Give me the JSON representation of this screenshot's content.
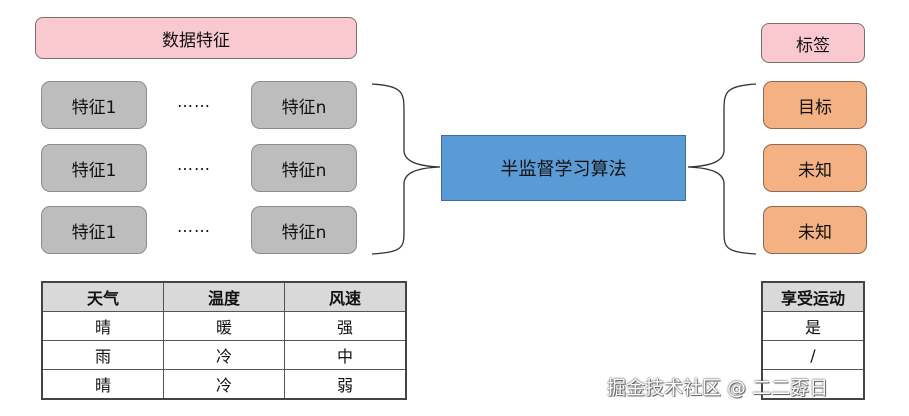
{
  "features_header": "数据特征",
  "label_header": "标签",
  "feature_rows": [
    {
      "first": "特征1",
      "ellipsis": "……",
      "last": "特征n"
    },
    {
      "first": "特征1",
      "ellipsis": "……",
      "last": "特征n"
    },
    {
      "first": "特征1",
      "ellipsis": "……",
      "last": "特征n"
    }
  ],
  "algorithm": "半监督学习算法",
  "labels": [
    "目标",
    "未知",
    "未知"
  ],
  "feature_table": {
    "headers": [
      "天气",
      "温度",
      "风速"
    ],
    "rows": [
      [
        "晴",
        "暖",
        "强"
      ],
      [
        "雨",
        "冷",
        "中"
      ],
      [
        "晴",
        "冷",
        "弱"
      ]
    ]
  },
  "label_table": {
    "header": "享受运动",
    "rows": [
      "是",
      "/",
      ""
    ]
  },
  "watermark": "掘金技术社区 @ 二二孬日",
  "colors": {
    "header_fill": "#f9c9cf",
    "feature_fill": "#bdbdbd",
    "algorithm_fill": "#5b9bd5",
    "label_fill": "#f4b183"
  }
}
